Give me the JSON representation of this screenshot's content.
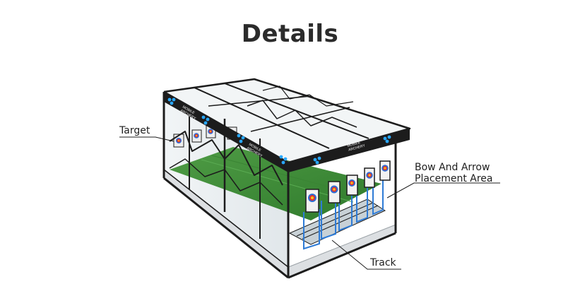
{
  "title": "Details",
  "callouts": {
    "target": "Target",
    "bow_line1": "Bow And Arrow",
    "bow_line2": "Placement Area",
    "track": "Track"
  },
  "signage": {
    "brand_line1": "MOBILE",
    "brand_line2": "ARCHERY"
  },
  "colors": {
    "frame": "#1c1c1c",
    "floor_grass": "#3f8f3a",
    "glass": "#bfcfd8",
    "light_dots": "#29a8ff",
    "target_red": "#e03030",
    "target_yellow": "#f3c520",
    "target_blue": "#2d6fd6"
  }
}
